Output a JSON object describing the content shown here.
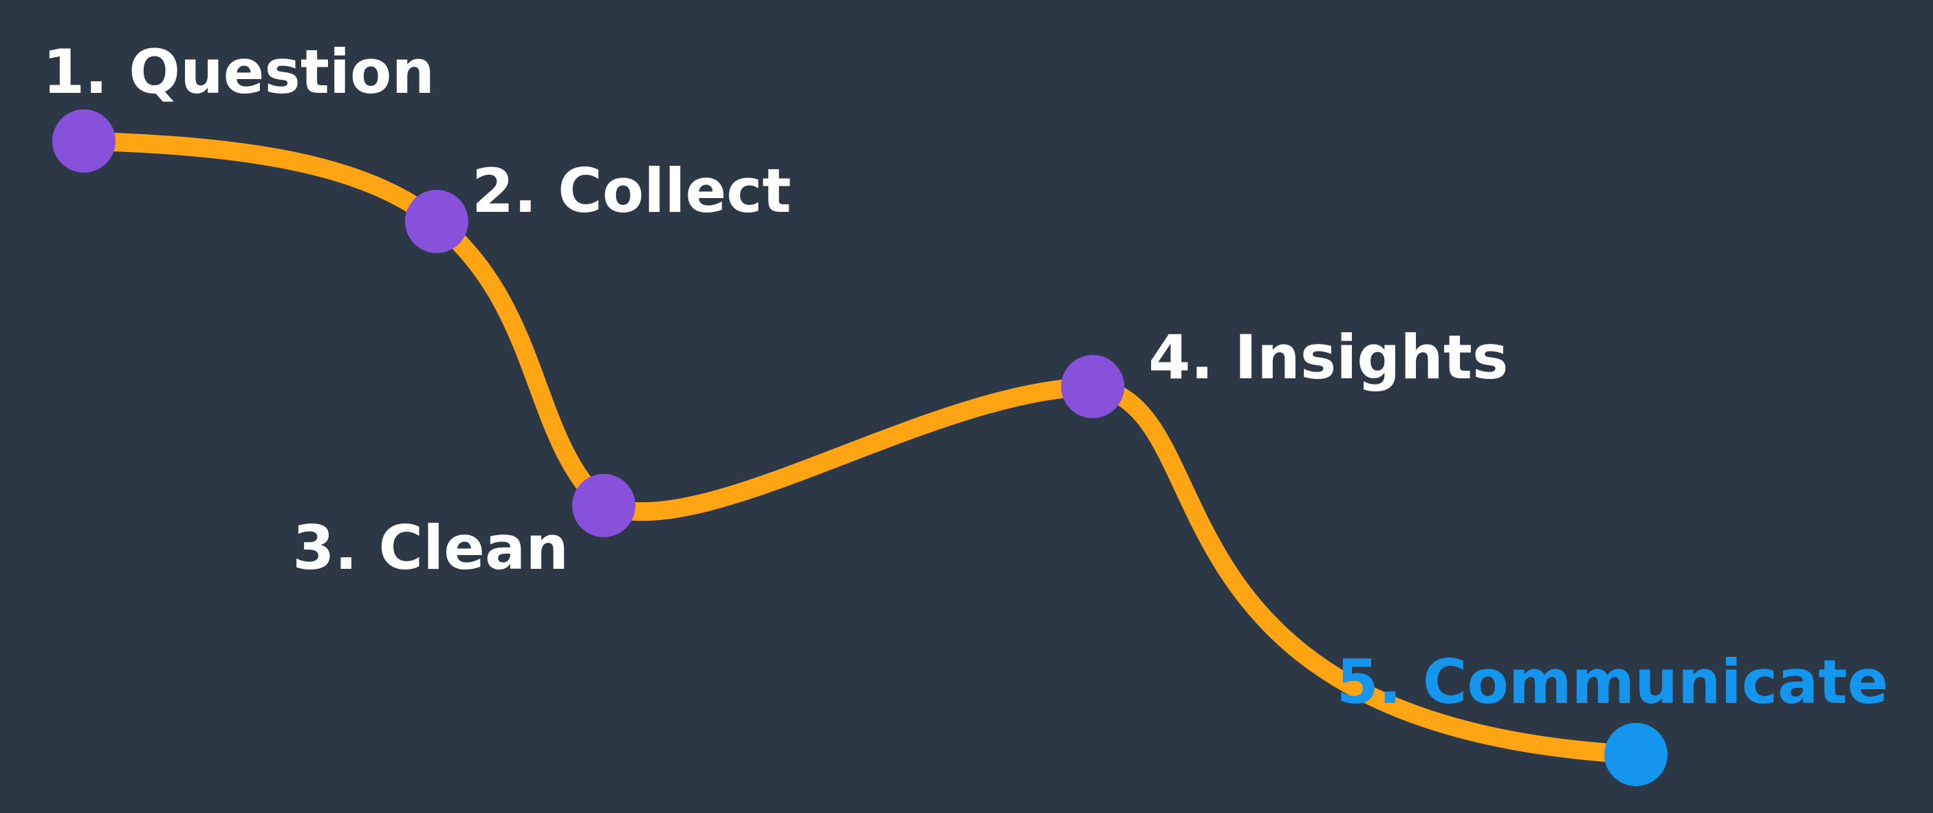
{
  "colors": {
    "background": "#2d3846",
    "path": "#ffa514",
    "node": "#8751dc",
    "highlight": "#1596ee",
    "label": "#ffffff"
  },
  "steps": [
    {
      "label": "1. Question"
    },
    {
      "label": "2. Collect"
    },
    {
      "label": "3. Clean"
    },
    {
      "label": "4. Insights"
    },
    {
      "label": "5. Communicate",
      "highlighted": true
    }
  ]
}
